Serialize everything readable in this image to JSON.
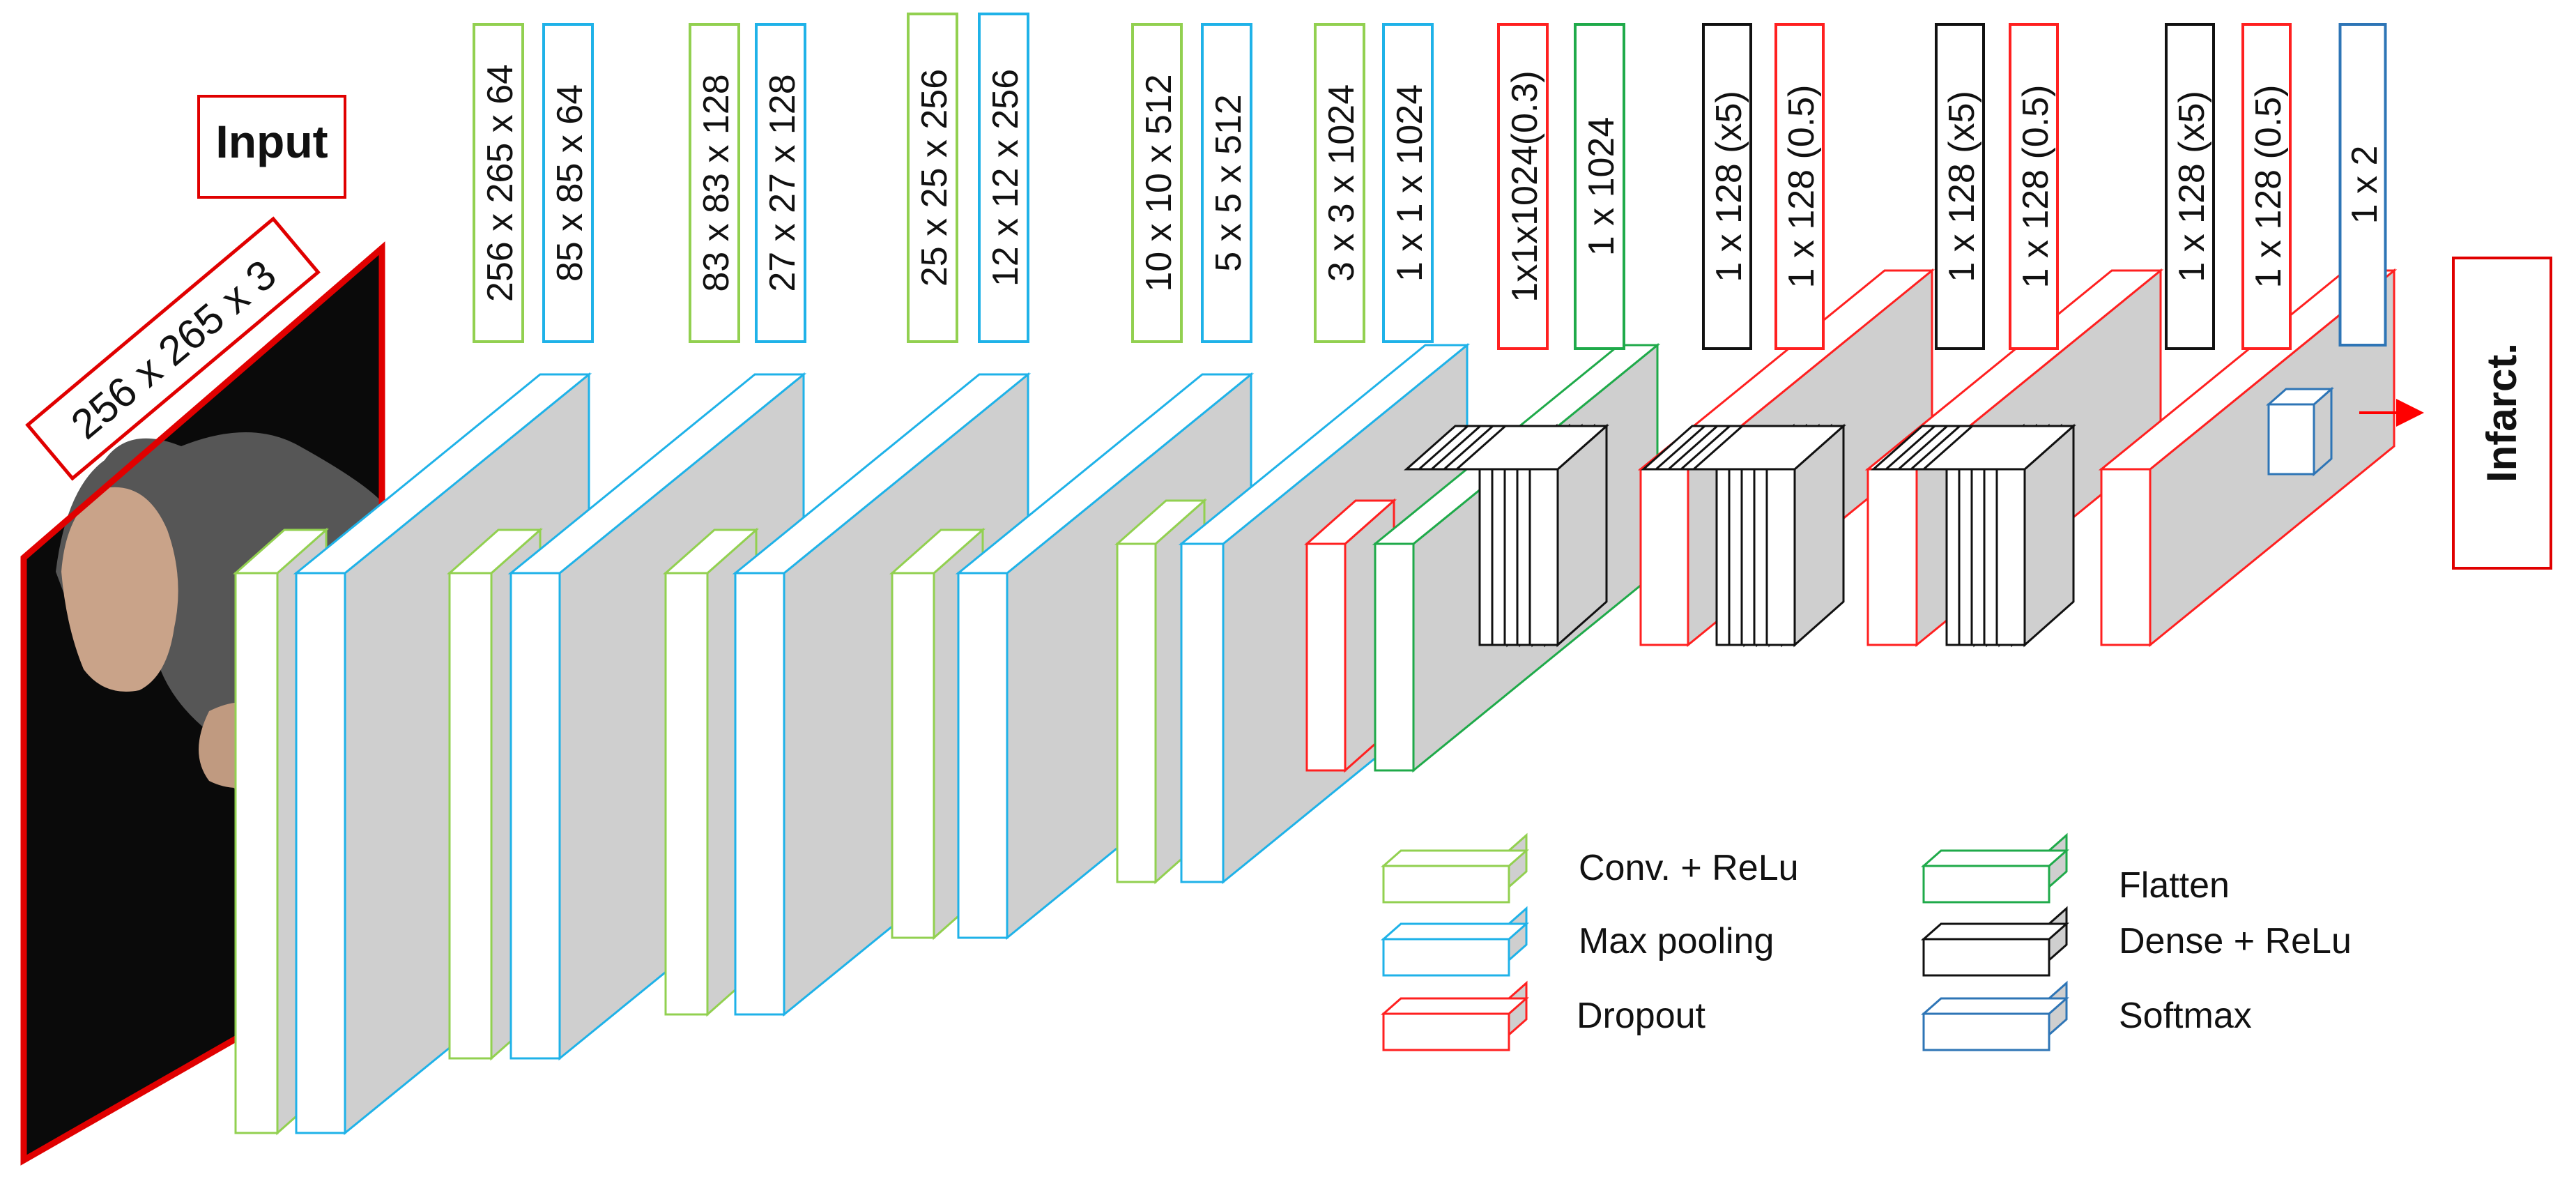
{
  "input": {
    "label": "Input",
    "dims": "256 x 265 x 3"
  },
  "output": {
    "label": "Infarct."
  },
  "colors": {
    "conv": "#92d050",
    "pool": "#1fb2e8",
    "dropout": "#ff2020",
    "flatten": "#1faa4a",
    "dense": "#111111",
    "softmax": "#2e75b6",
    "face_border": "#e00000",
    "side_fill": "#cfcfcf",
    "arrow": "#ff0000"
  },
  "layers": [
    {
      "type": "conv",
      "dims": "256 x 265 x 64"
    },
    {
      "type": "pool",
      "dims": "85 x 85 x 64"
    },
    {
      "type": "conv",
      "dims": "83 x 83 x 128"
    },
    {
      "type": "pool",
      "dims": "27 x 27 x 128"
    },
    {
      "type": "conv",
      "dims": "25 x 25 x 256"
    },
    {
      "type": "pool",
      "dims": "12 x 12 x 256"
    },
    {
      "type": "conv",
      "dims": "10 x 10 x 512"
    },
    {
      "type": "pool",
      "dims": "5 x 5 x 512"
    },
    {
      "type": "conv",
      "dims": "3 x 3 x 1024"
    },
    {
      "type": "pool",
      "dims": "1 x 1 x 1024"
    },
    {
      "type": "dropout",
      "dims": "1x1x1024(0.3)"
    },
    {
      "type": "flatten",
      "dims": "1 x 1024"
    },
    {
      "type": "dense",
      "dims": "1 x 128 (x5)"
    },
    {
      "type": "dropout",
      "dims": "1 x 128 (0.5)"
    },
    {
      "type": "dense",
      "dims": "1 x 128 (x5)"
    },
    {
      "type": "dropout",
      "dims": "1 x 128 (0.5)"
    },
    {
      "type": "dense",
      "dims": "1 x 128 (x5)"
    },
    {
      "type": "dropout",
      "dims": "1 x 128 (0.5)"
    },
    {
      "type": "softmax",
      "dims": "1 x 2"
    }
  ],
  "legend": [
    {
      "type": "conv",
      "label": "Conv. + ReLu"
    },
    {
      "type": "pool",
      "label": "Max pooling"
    },
    {
      "type": "dropout",
      "label": "Dropout"
    },
    {
      "type": "flatten",
      "label": "Flatten"
    },
    {
      "type": "dense",
      "label": "Dense + ReLu"
    },
    {
      "type": "softmax",
      "label": "Softmax"
    }
  ]
}
